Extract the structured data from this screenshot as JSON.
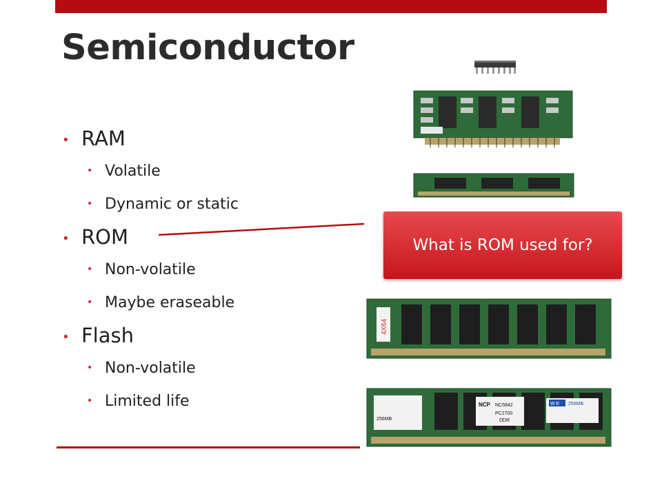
{
  "slide": {
    "title": "Semiconductor",
    "bullets": [
      {
        "label": "RAM",
        "sub": [
          "Volatile",
          "Dynamic or static"
        ]
      },
      {
        "label": "ROM",
        "sub": [
          "Non-volatile",
          "Maybe eraseable"
        ]
      },
      {
        "label": "Flash",
        "sub": [
          "Non-volatile",
          "Limited life"
        ]
      }
    ],
    "callout": "What is ROM used for?"
  },
  "photos": {
    "label_4x64": "4X64",
    "label_256mb": "256MB",
    "label_ncp": "NCP",
    "label_nc5842": "NC5842",
    "label_pc2700": "PC2700",
    "label_ddr": "DDR",
    "label_we": "W E",
    "label_256mb_tag": "256MB"
  },
  "colors": {
    "accent": "#b30d12",
    "bullet": "#c1272d",
    "callout_top": "#e84a4f",
    "callout_bottom": "#c4161c",
    "pcb_green": "#2f6b3a"
  }
}
